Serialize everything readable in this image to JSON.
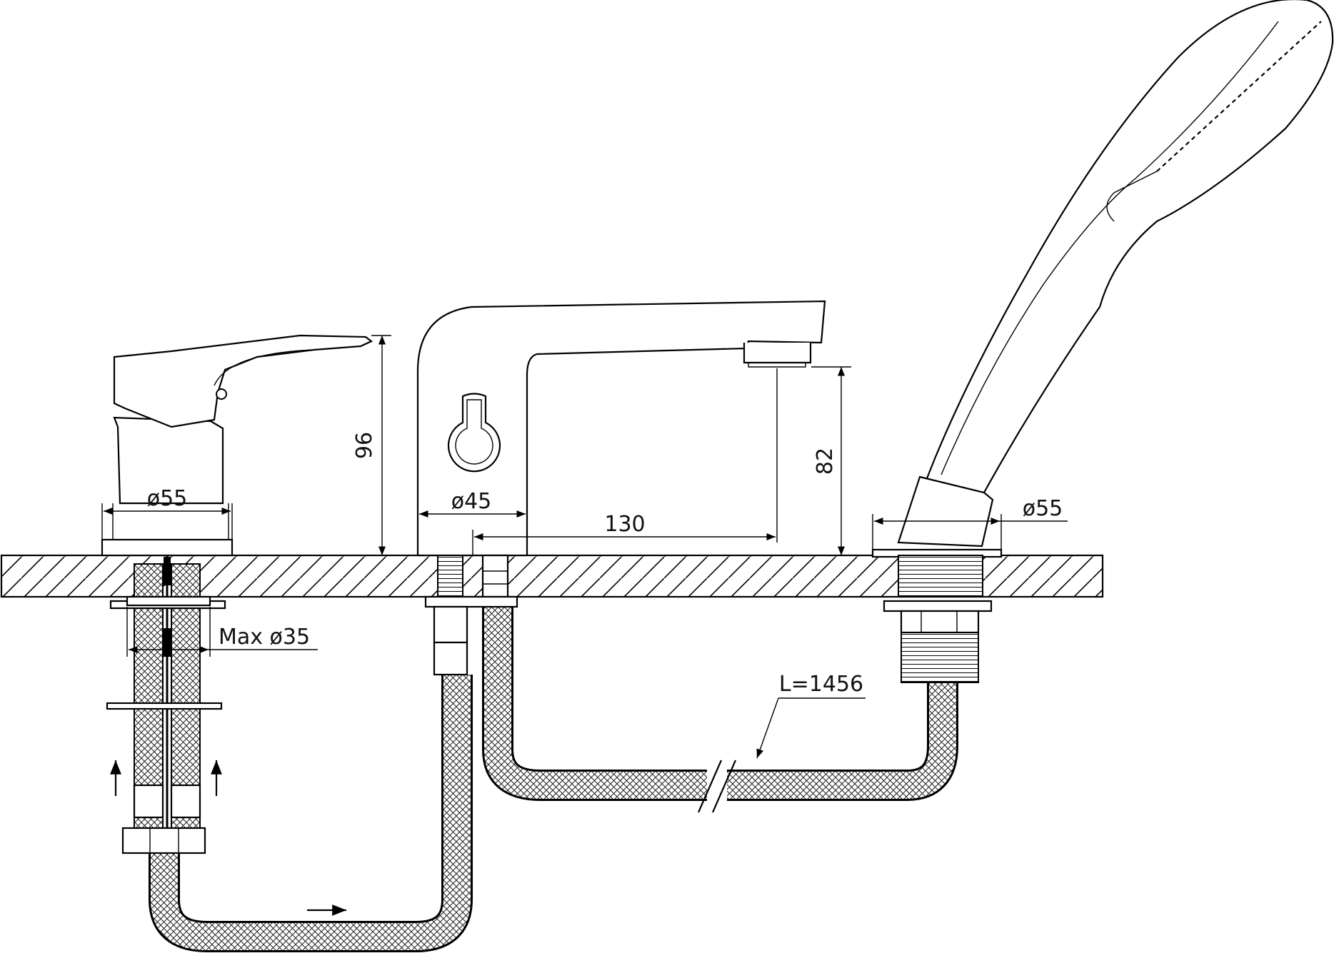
{
  "dimensions": {
    "mixer_height": "96",
    "mixer_diameter": "ø55",
    "spout_diameter": "ø45",
    "spout_reach": "130",
    "spout_height": "82",
    "shower_base_diameter": "ø55",
    "hole_max_diameter": "Max ø35",
    "hose_length": "L=1456"
  },
  "colors": {
    "line": "#000000",
    "background": "#ffffff"
  }
}
